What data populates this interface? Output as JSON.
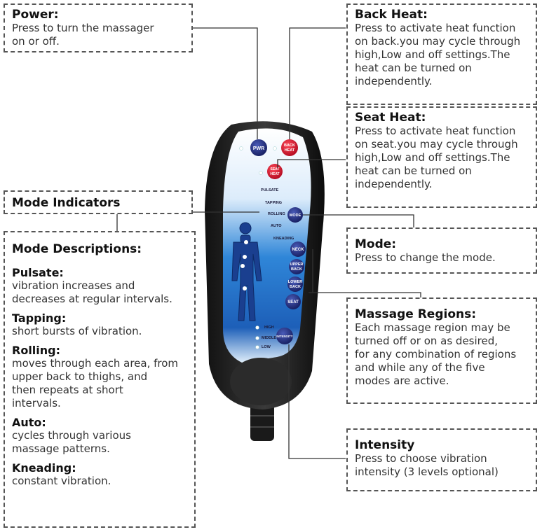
{
  "callouts": {
    "power": {
      "title": "Power:",
      "lines": [
        "Press to turn the massager",
        "on or off."
      ]
    },
    "back_heat": {
      "title": "Back Heat:",
      "lines": [
        "Press to activate heat function",
        "on back.you may cycle through",
        "high,Low and off settings.The",
        "heat can be turned on",
        "independently."
      ]
    },
    "seat_heat": {
      "title": "Seat Heat:",
      "lines": [
        "Press to activate heat function",
        "on seat.you may cycle through",
        "high,Low and off settings.The",
        "heat can be turned on",
        "independently."
      ]
    },
    "mode_indicators": {
      "title": "Mode Indicators"
    },
    "mode_descriptions": {
      "title": "Mode Descriptions:",
      "items": [
        {
          "name": "Pulsate:",
          "lines": [
            "vibration increases and",
            "decreases at regular intervals."
          ]
        },
        {
          "name": "Tapping:",
          "lines": [
            "short bursts of vibration."
          ]
        },
        {
          "name": "Rolling:",
          "lines": [
            "moves through each area, from",
            "upper back to thighs, and",
            "then repeats at short",
            "intervals."
          ]
        },
        {
          "name": "Auto:",
          "lines": [
            "cycles through various",
            "massage patterns."
          ]
        },
        {
          "name": "Kneading:",
          "lines": [
            "constant vibration."
          ]
        }
      ]
    },
    "mode": {
      "title": "Mode:",
      "lines": [
        "Press to change the mode."
      ]
    },
    "regions": {
      "title": "Massage Regions:",
      "lines": [
        "Each massage region may be",
        "turned off or on as desired,",
        "for any combination of regions",
        "and while any of the five",
        "modes are active."
      ]
    },
    "intensity": {
      "title": "Intensity",
      "lines": [
        "Press to choose vibration",
        "intensity (3 levels optional)"
      ]
    }
  },
  "remote": {
    "pwr": "PWR",
    "back_heat": [
      "BACK",
      "HEAT"
    ],
    "seat_heat": [
      "SEAT",
      "HEAT"
    ],
    "modes": [
      "PULSATE",
      "TAPPING",
      "ROLLING",
      "AUTO",
      "KNEADING"
    ],
    "mode_btn": "MODE",
    "neck": "NECK",
    "upper_back": [
      "UPPER",
      "BACK"
    ],
    "lower_back": [
      "LOWER",
      "BACK"
    ],
    "seat": "SEAT",
    "levels": [
      "HIGH",
      "MIDDLE",
      "LOW"
    ],
    "intensity_btn": "INTENSITY"
  },
  "colors": {
    "button_blue": "#1c2a7a",
    "heat_red": "#c8102e",
    "panel_blue": "#2a7fd4"
  }
}
